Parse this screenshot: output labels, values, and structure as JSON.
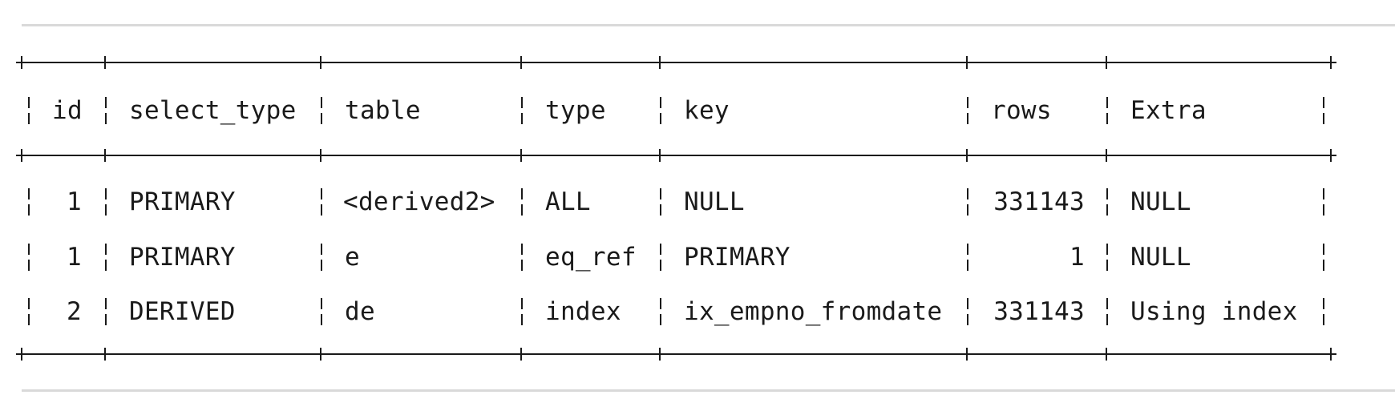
{
  "explain_table": {
    "columns": [
      "id",
      "select_type",
      "table",
      "type",
      "key",
      "rows",
      "Extra"
    ],
    "rows": [
      [
        "1",
        "PRIMARY",
        "<derived2>",
        "ALL",
        "NULL",
        "331143",
        "NULL"
      ],
      [
        "1",
        "PRIMARY",
        "e",
        "eq_ref",
        "PRIMARY",
        "1",
        "NULL"
      ],
      [
        "2",
        "DERIVED",
        "de",
        "index",
        "ix_empno_fromdate",
        "331143",
        "Using index"
      ]
    ]
  }
}
